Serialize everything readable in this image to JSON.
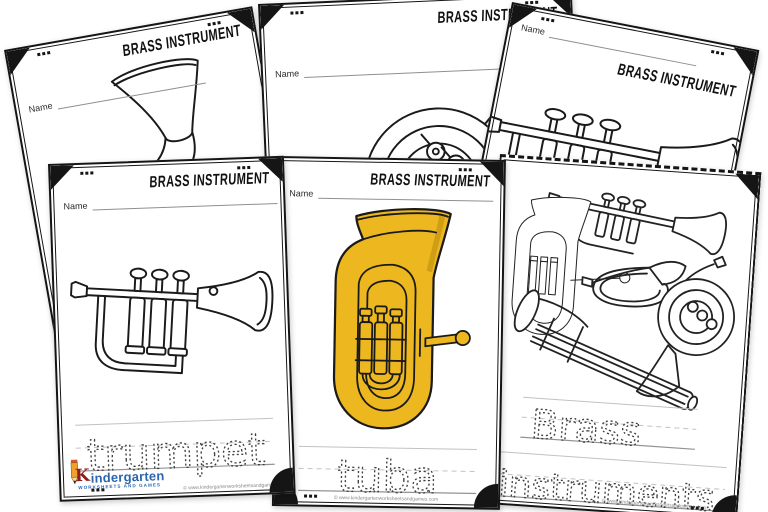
{
  "collage": {
    "background": "#ffffff",
    "pages": [
      {
        "title": "euphonium-coloring-page",
        "header": "BRASS INSTRUMENT",
        "name_label": "Name"
      },
      {
        "title": "french-horn-coloring-page",
        "header": "BRASS INSTRUMENT",
        "name_label": "Name"
      },
      {
        "title": "trumpet-coloring-page-top",
        "header": "BRASS INSTRUMENT",
        "name_label": "Name"
      },
      {
        "title": "trumpet-tracing-page",
        "header": "BRASS INSTRUMENT",
        "name_label": "Name",
        "trace_word": "trumpet",
        "copyright": "© www.kindergartenworksheetsandgames.com"
      },
      {
        "title": "tuba-tracing-page",
        "header": "BRASS INSTRUMENT",
        "name_label": "Name",
        "trace_word": "tuba",
        "copyright": "© www.kindergartenworksheetsandgames.com"
      },
      {
        "title": "brass-instruments-tracing-page",
        "trace_line1": "Brass",
        "trace_line2": "instruments",
        "copyright": "© www.kindergartenworksheetsandgames.com"
      }
    ],
    "logo": {
      "k": "K",
      "name": "indergarten",
      "tagline": "Worksheets and Games"
    },
    "colors": {
      "tuba_fill": "#ecb71f",
      "tuba_shade": "#d09e15",
      "outline": "#1a1a1a",
      "logo_blue": "#2b66b1",
      "logo_red": "#8f1d1d",
      "pencil_orange": "#f0a12c"
    }
  }
}
